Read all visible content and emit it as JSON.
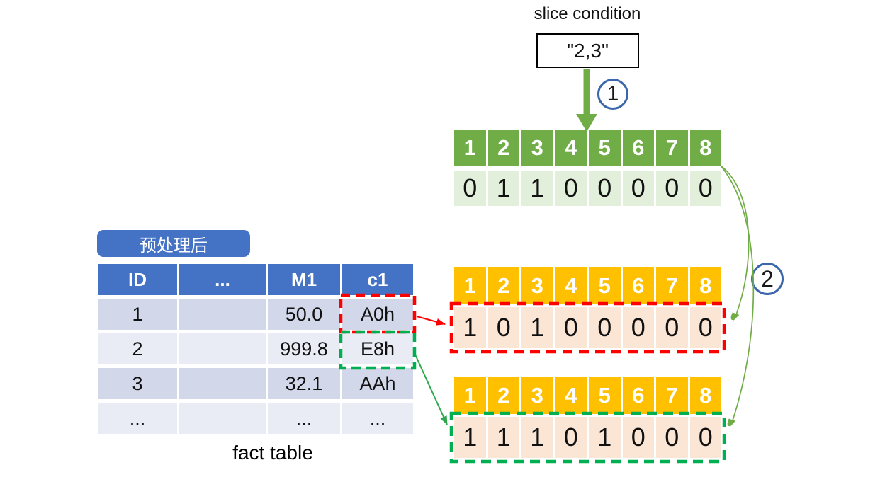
{
  "slice_condition": {
    "label": "slice condition",
    "value": "\"2,3\""
  },
  "steps": {
    "step1": "1",
    "step2": "2"
  },
  "selection_bitmap": {
    "headers": [
      "1",
      "2",
      "3",
      "4",
      "5",
      "6",
      "7",
      "8"
    ],
    "values": [
      "0",
      "1",
      "1",
      "0",
      "0",
      "0",
      "0",
      "0"
    ]
  },
  "bitmap_a0h": {
    "headers": [
      "1",
      "2",
      "3",
      "4",
      "5",
      "6",
      "7",
      "8"
    ],
    "values": [
      "1",
      "0",
      "1",
      "0",
      "0",
      "0",
      "0",
      "0"
    ]
  },
  "bitmap_e8h": {
    "headers": [
      "1",
      "2",
      "3",
      "4",
      "5",
      "6",
      "7",
      "8"
    ],
    "values": [
      "1",
      "1",
      "1",
      "0",
      "1",
      "0",
      "0",
      "0"
    ]
  },
  "fact_table": {
    "tag": "预处理后",
    "caption": "fact table",
    "columns": [
      "ID",
      "...",
      "M1",
      "c1"
    ],
    "rows": [
      [
        "1",
        "",
        "50.0",
        "A0h"
      ],
      [
        "2",
        "",
        "999.8",
        "E8h"
      ],
      [
        "3",
        "",
        "32.1",
        "AAh"
      ],
      [
        "...",
        "",
        "...",
        "..."
      ]
    ]
  },
  "colors": {
    "green": "#70AD47",
    "green_light": "#E2EFDA",
    "orange": "#FFC000",
    "orange_light": "#FBE5D5",
    "table_blue": "#4472C4",
    "row_dark": "#D2D7E9",
    "row_light": "#E9EBF5",
    "dash_red": "#FF0000",
    "dash_green": "#00B050",
    "circle_blue": "#3B66AC"
  }
}
